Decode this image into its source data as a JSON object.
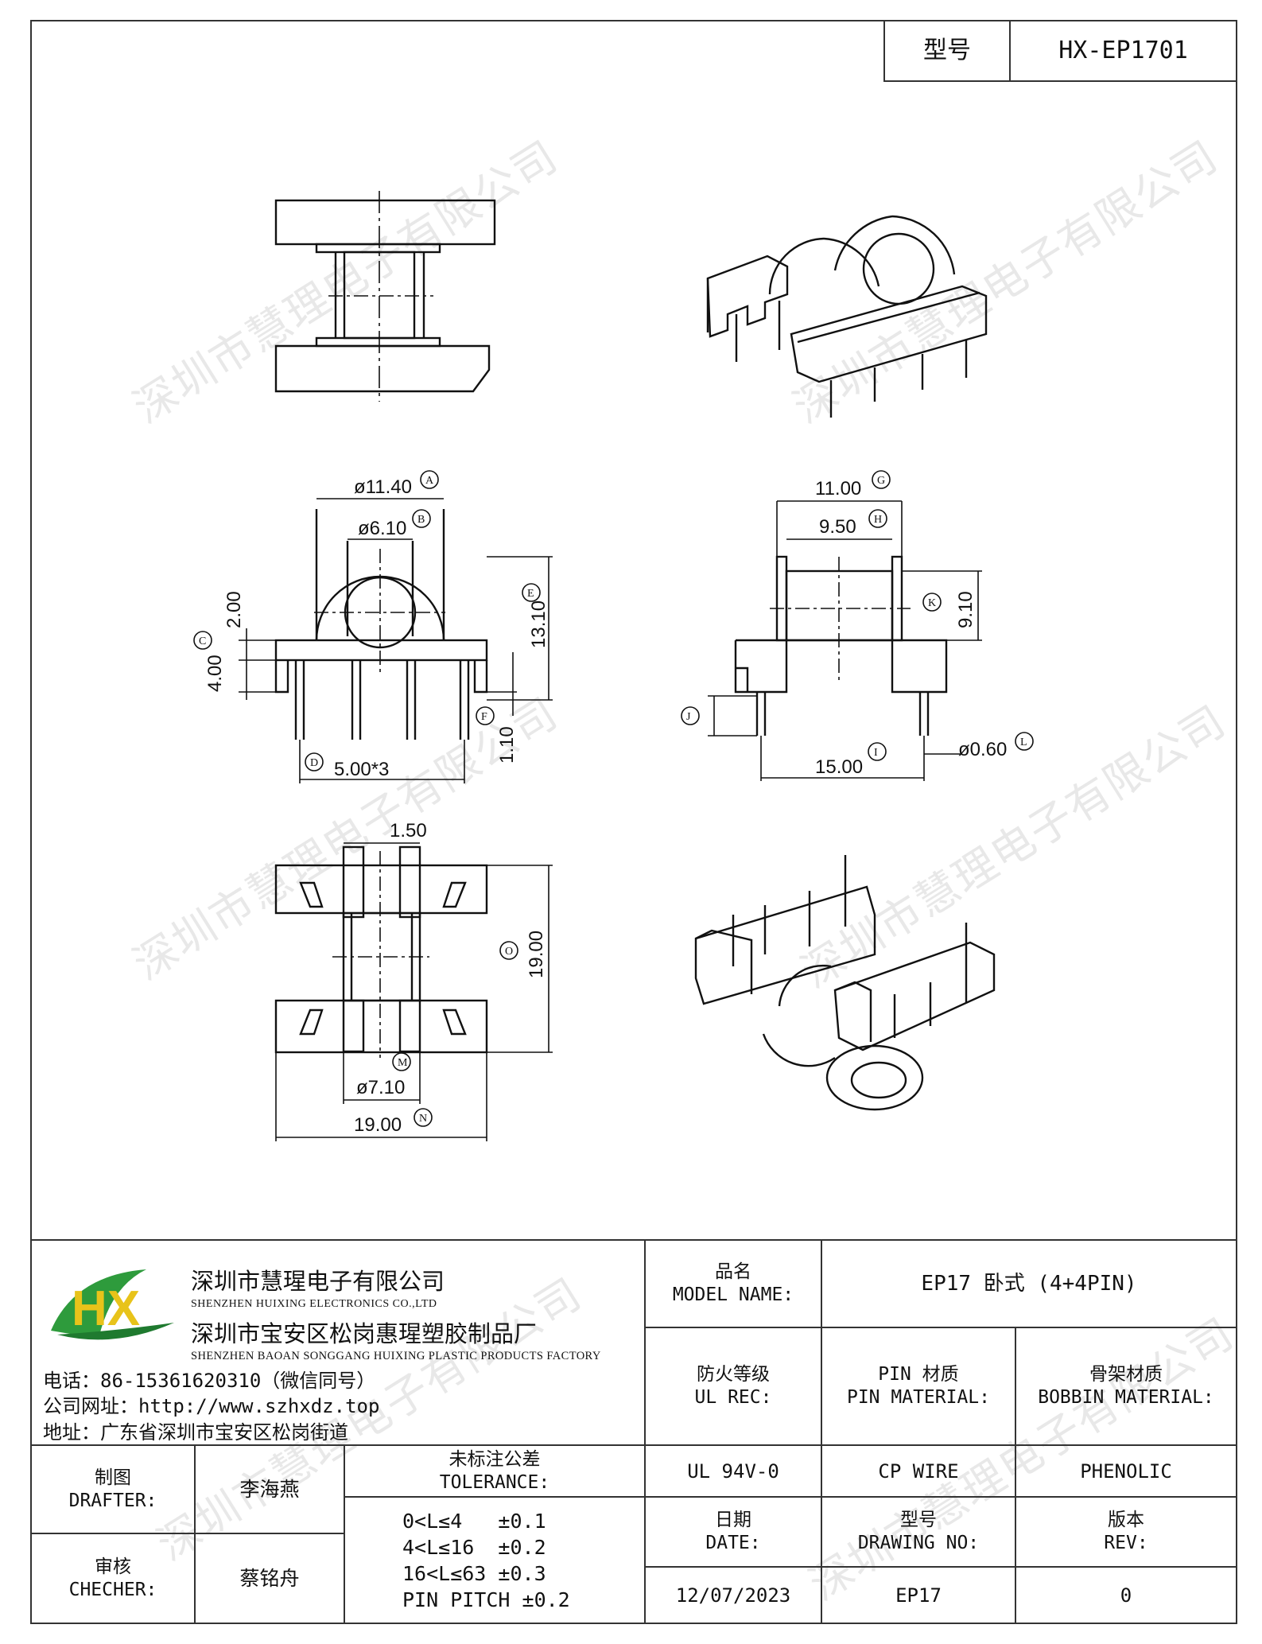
{
  "header": {
    "model_label": "型号",
    "model_value": "HX-EP1701"
  },
  "watermark": "深圳市慧理电子有限公司",
  "dimensions": {
    "a": "ø11.40",
    "b": "ø6.10",
    "c_top": "2.00",
    "c": "4.00",
    "d": "5.00*3",
    "e": "13.10",
    "f": "1.10",
    "g": "11.00",
    "h": "9.50",
    "k": "9.10",
    "i": "15.00",
    "l": "ø0.60",
    "top_w": "1.50",
    "side": "19.00",
    "m": "ø7.10",
    "n": "19.00"
  },
  "callouts": {
    "A": "A",
    "B": "B",
    "C": "C",
    "D": "D",
    "E": "E",
    "F": "F",
    "G": "G",
    "H": "H",
    "K": "K",
    "J": "J",
    "I": "I",
    "L": "L",
    "M": "M",
    "N": "N",
    "O": "O"
  },
  "company": {
    "name_cn": "深圳市慧瑆电子有限公司",
    "name_en": "SHENZHEN HUIXING ELECTRONICS CO.,LTD",
    "factory_cn": "深圳市宝安区松岗惠瑆塑胶制品厂",
    "factory_en": "SHENZHEN BAOAN SONGGANG HUIXING PLASTIC PRODUCTS FACTORY",
    "phone": "电话：86-15361620310（微信同号）",
    "website": "公司网址：http://www.szhxdz.top",
    "address": "地址：广东省深圳市宝安区松岗街道",
    "logo_letters": "HX"
  },
  "title_block": {
    "model_name_cn": "品名",
    "model_name_en": "MODEL NAME:",
    "model_name_value": "EP17 卧式 (4+4PIN)",
    "ul_cn": "防火等级",
    "ul_en": "UL REC:",
    "pin_cn": "PIN 材质",
    "pin_en": "PIN MATERIAL:",
    "bobbin_cn": "骨架材质",
    "bobbin_en": "BOBBIN MATERIAL:",
    "ul_value": "UL 94V-0",
    "pin_value": "CP WIRE",
    "bobbin_value": "PHENOLIC",
    "drafter_cn": "制图",
    "drafter_en": "DRAFTER:",
    "drafter_name": "李海燕",
    "checker_cn": "审核",
    "checker_en": "CHECHER:",
    "checker_name": "蔡铭舟",
    "tolerance_cn": "未标注公差",
    "tolerance_en": "TOLERANCE:",
    "tolerance_lines": [
      "0<L≤4   ±0.1",
      "4<L≤16  ±0.2",
      "16<L≤63 ±0.3",
      "PIN PITCH ±0.2"
    ],
    "date_cn": "日期",
    "date_en": "DATE:",
    "date_value": "12/07/2023",
    "drawing_cn": "型号",
    "drawing_en": "DRAWING NO:",
    "drawing_value": "EP17",
    "rev_cn": "版本",
    "rev_en": "REV:",
    "rev_value": "0"
  }
}
